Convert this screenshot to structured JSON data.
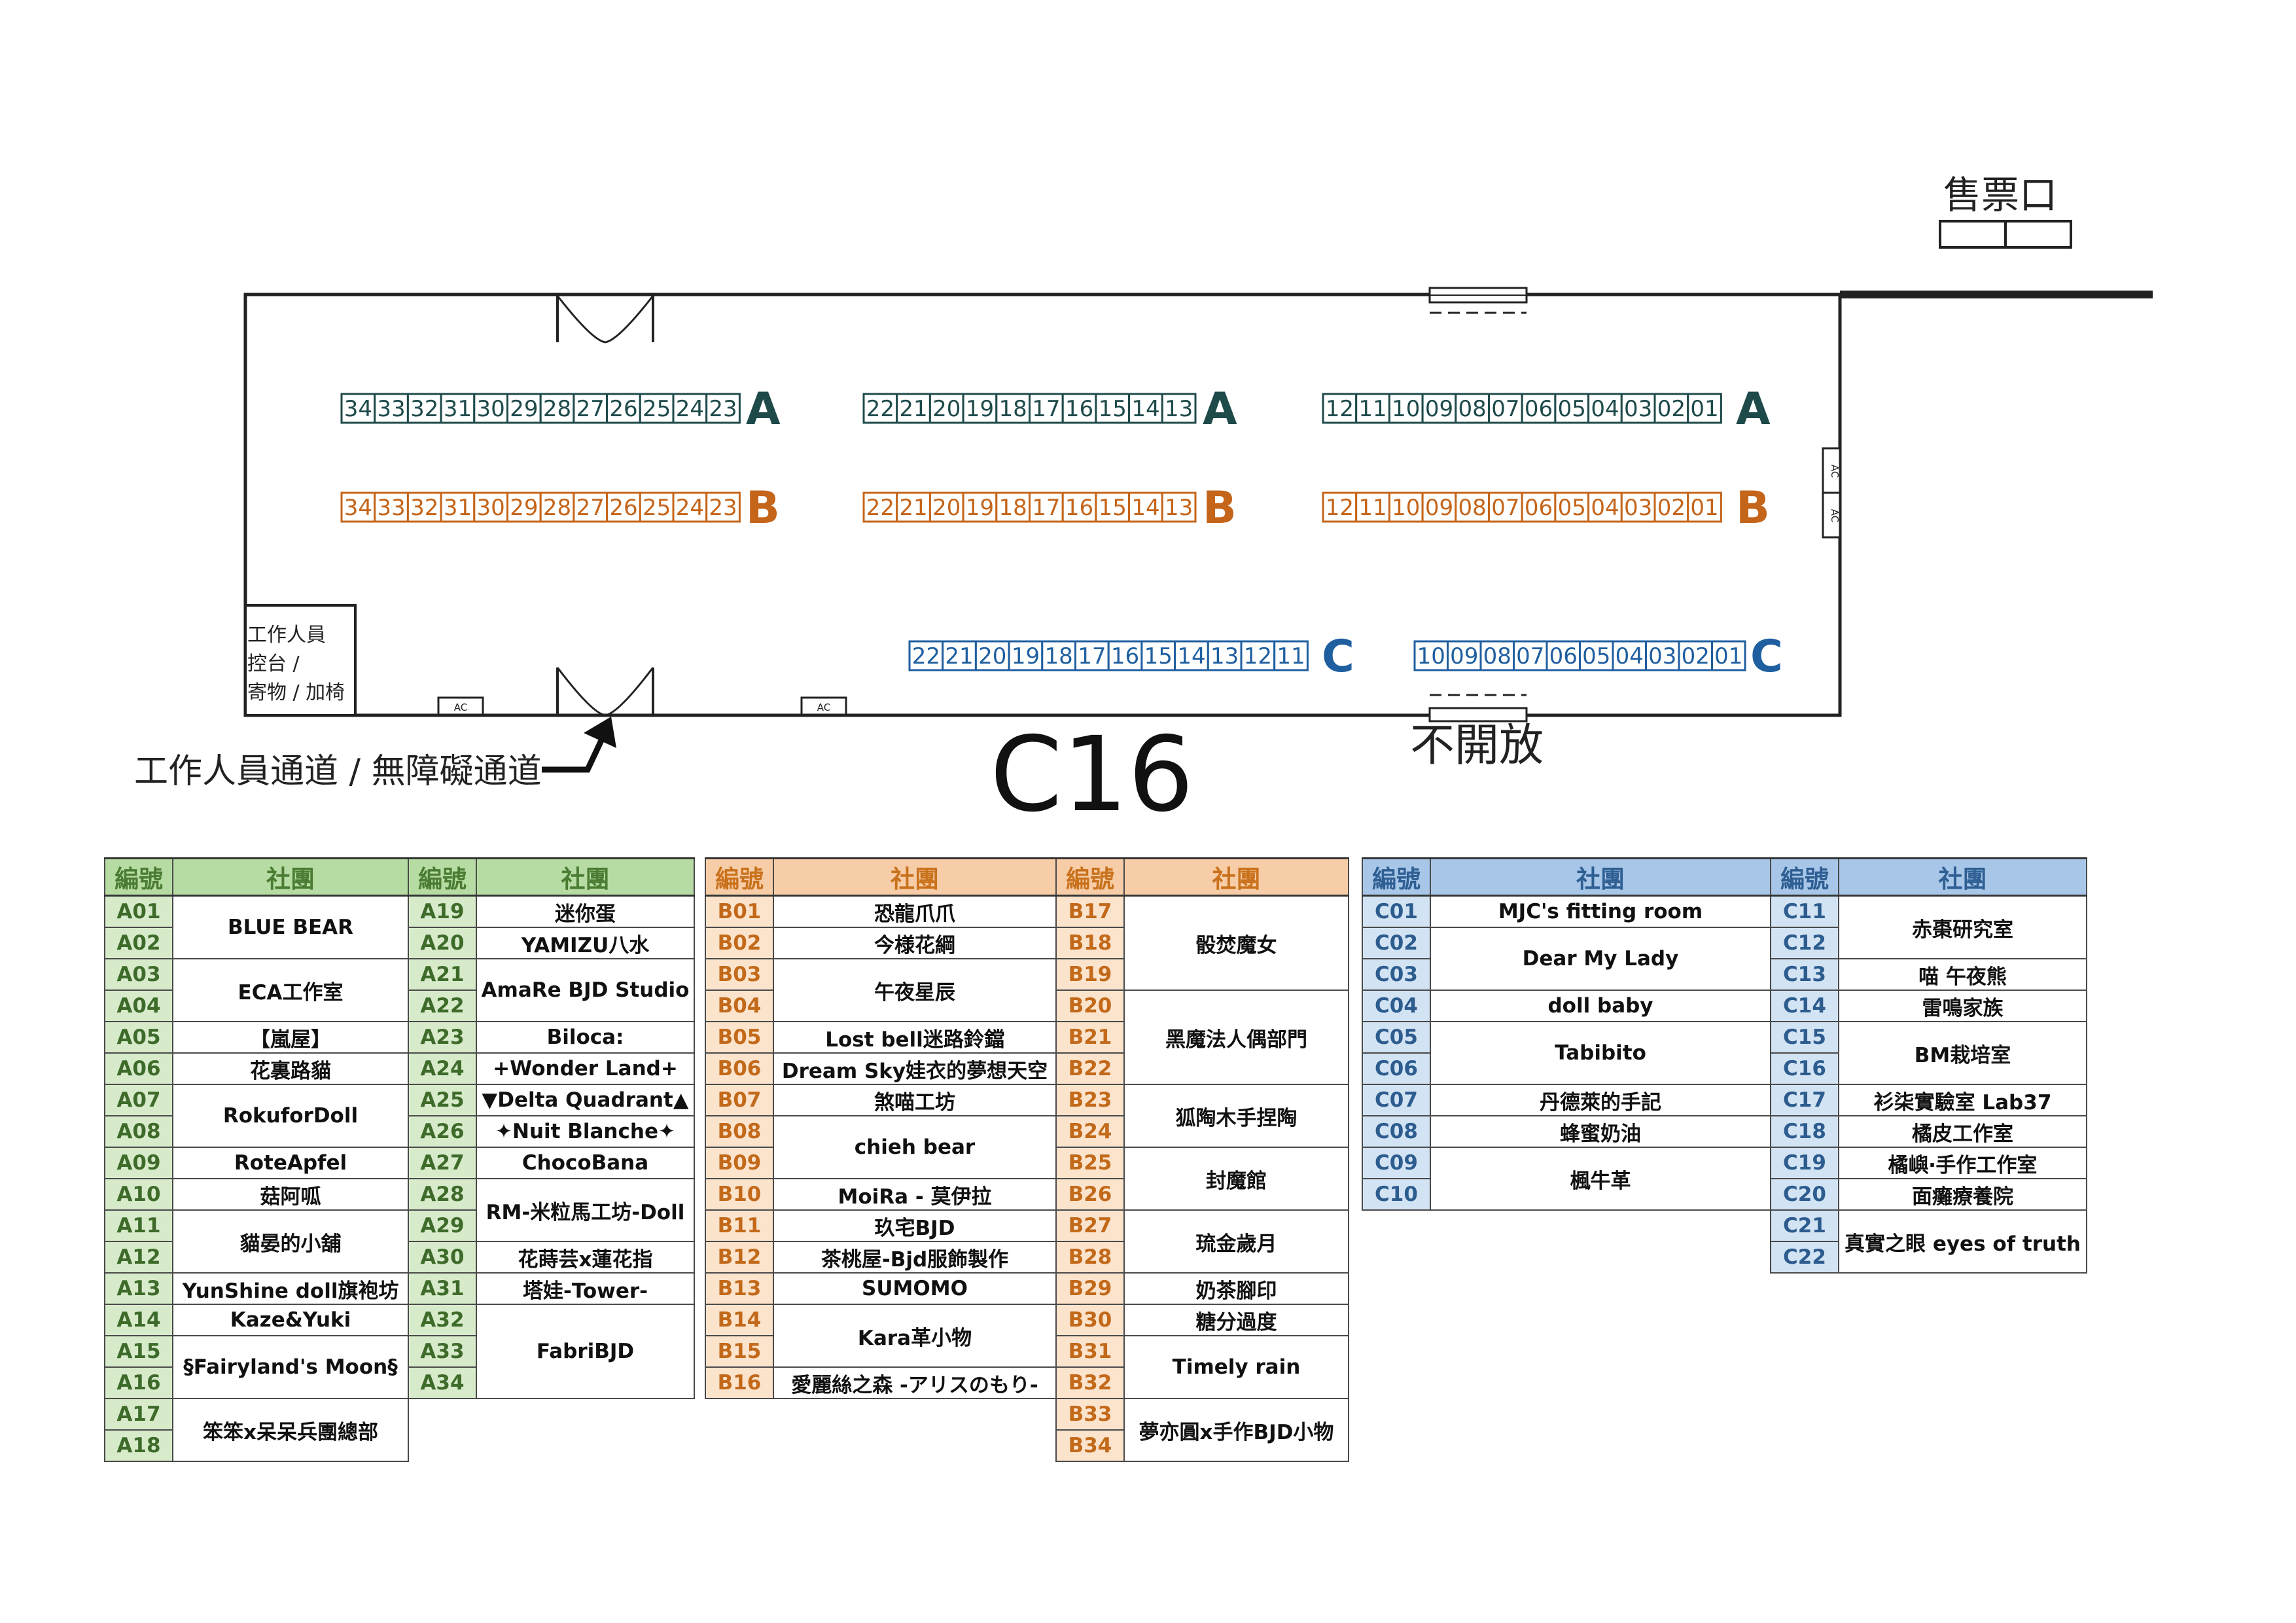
{
  "map": {
    "ticket_label": "售票口",
    "hall_label": "C16",
    "closed_label": "不開放",
    "staff_passage_label": "工作人員通道 / 無障礙通道",
    "staff_desk_lines": [
      "工作人員",
      "控台 /",
      "寄物 / 加椅"
    ],
    "ac_label": "AC",
    "row_letters": {
      "a": "A",
      "b": "B",
      "c": "C"
    },
    "rows": {
      "a_left": [
        "34",
        "33",
        "32",
        "31",
        "30",
        "29",
        "28",
        "27",
        "26",
        "25",
        "24",
        "23"
      ],
      "a_mid": [
        "22",
        "21",
        "20",
        "19",
        "18",
        "17",
        "16",
        "15",
        "14",
        "13"
      ],
      "a_right": [
        "12",
        "11",
        "10",
        "09",
        "08",
        "07",
        "06",
        "05",
        "04",
        "03",
        "02",
        "01"
      ],
      "c_left": [
        "22",
        "21",
        "20",
        "19",
        "18",
        "17",
        "16",
        "15",
        "14",
        "13",
        "12",
        "11"
      ],
      "c_right": [
        "10",
        "09",
        "08",
        "07",
        "06",
        "05",
        "04",
        "03",
        "02",
        "01"
      ]
    },
    "colors": {
      "a": "#1f4a4a",
      "b": "#c5651a",
      "c": "#1f5fa0"
    }
  },
  "tables": {
    "header_code": "編號",
    "header_club": "社團",
    "a": {
      "left": [
        [
          "A01",
          "BLUE BEAR",
          2
        ],
        [
          "A02",
          null,
          0
        ],
        [
          "A03",
          "ECA工作室",
          2
        ],
        [
          "A04",
          null,
          0
        ],
        [
          "A05",
          "【嵐屋】",
          1
        ],
        [
          "A06",
          "花裏路貓",
          1
        ],
        [
          "A07",
          "RokuforDoll",
          2
        ],
        [
          "A08",
          null,
          0
        ],
        [
          "A09",
          "RoteApfel",
          1
        ],
        [
          "A10",
          "菇阿呱",
          1
        ],
        [
          "A11",
          "貓晏的小舖",
          2
        ],
        [
          "A12",
          null,
          0
        ],
        [
          "A13",
          "YunShine doll旗袍坊",
          1
        ],
        [
          "A14",
          "Kaze&Yuki",
          1
        ],
        [
          "A15",
          "§Fairyland's Moon§",
          2
        ],
        [
          "A16",
          null,
          0
        ],
        [
          "A17",
          "笨笨x呆呆兵團總部",
          2
        ],
        [
          "A18",
          null,
          0
        ]
      ],
      "right": [
        [
          "A19",
          "迷你蛋",
          1
        ],
        [
          "A20",
          "YAMIZU八水",
          1
        ],
        [
          "A21",
          "AmaRe BJD Studio",
          2
        ],
        [
          "A22",
          null,
          0
        ],
        [
          "A23",
          "Biloca:",
          1
        ],
        [
          "A24",
          "+Wonder Land+",
          1
        ],
        [
          "A25",
          "▼Delta Quadrant▲",
          1
        ],
        [
          "A26",
          "✦Nuit Blanche✦",
          1
        ],
        [
          "A27",
          "ChocoBana",
          1
        ],
        [
          "A28",
          "RM-米粒馬工坊-Doll",
          2
        ],
        [
          "A29",
          null,
          0
        ],
        [
          "A30",
          "花蒔芸x蓮花指",
          1
        ],
        [
          "A31",
          "塔娃-Tower-",
          1
        ],
        [
          "A32",
          "FabriBJD",
          3
        ],
        [
          "A33",
          null,
          0
        ],
        [
          "A34",
          null,
          0
        ]
      ]
    },
    "b": {
      "left": [
        [
          "B01",
          "恐龍爪爪",
          1
        ],
        [
          "B02",
          "今様花綱",
          1
        ],
        [
          "B03",
          "午夜星辰",
          2
        ],
        [
          "B04",
          null,
          0
        ],
        [
          "B05",
          "Lost bell迷路鈴鐺",
          1
        ],
        [
          "B06",
          "Dream Sky娃衣的夢想天空",
          1
        ],
        [
          "B07",
          "煞喵工坊",
          1
        ],
        [
          "B08",
          "chieh bear",
          2
        ],
        [
          "B09",
          null,
          0
        ],
        [
          "B10",
          "MoiRa - 莫伊拉",
          1
        ],
        [
          "B11",
          "玖宅BJD",
          1
        ],
        [
          "B12",
          "茶桃屋-Bjd服飾製作",
          1
        ],
        [
          "B13",
          "SUMOMO",
          1
        ],
        [
          "B14",
          "Kara革小物",
          2
        ],
        [
          "B15",
          null,
          0
        ],
        [
          "B16",
          "愛麗絲之森 -アリスのもり-",
          1
        ]
      ],
      "right": [
        [
          "B17",
          "骰焚魔女",
          3
        ],
        [
          "B18",
          null,
          0
        ],
        [
          "B19",
          null,
          0
        ],
        [
          "B20",
          "黑魔法人偶部門",
          3
        ],
        [
          "B21",
          null,
          0
        ],
        [
          "B22",
          null,
          0
        ],
        [
          "B23",
          "狐陶木手捏陶",
          2
        ],
        [
          "B24",
          null,
          0
        ],
        [
          "B25",
          "封魔館",
          2
        ],
        [
          "B26",
          null,
          0
        ],
        [
          "B27",
          "琉金歲月",
          2
        ],
        [
          "B28",
          null,
          0
        ],
        [
          "B29",
          "奶茶腳印",
          1
        ],
        [
          "B30",
          "糖分過度",
          1
        ],
        [
          "B31",
          "Timely rain",
          2
        ],
        [
          "B32",
          null,
          0
        ],
        [
          "B33",
          "夢亦圓x手作BJD小物",
          2
        ],
        [
          "B34",
          null,
          0
        ]
      ]
    },
    "c": {
      "left": [
        [
          "C01",
          "MJC's fitting room",
          1
        ],
        [
          "C02",
          "Dear My Lady",
          2
        ],
        [
          "C03",
          null,
          0
        ],
        [
          "C04",
          "doll baby",
          1
        ],
        [
          "C05",
          "Tabibito",
          2
        ],
        [
          "C06",
          null,
          0
        ],
        [
          "C07",
          "丹德萊的手記",
          1
        ],
        [
          "C08",
          "蜂蜜奶油",
          1
        ],
        [
          "C09",
          "楓牛革",
          2
        ],
        [
          "C10",
          null,
          0
        ]
      ],
      "right": [
        [
          "C11",
          "赤棗研究室",
          2
        ],
        [
          "C12",
          null,
          0
        ],
        [
          "C13",
          "喵 午夜熊",
          1
        ],
        [
          "C14",
          "雷鳴家族",
          1
        ],
        [
          "C15",
          "BM栽培室",
          2
        ],
        [
          "C16",
          null,
          0
        ],
        [
          "C17",
          "衫柒實驗室 Lab37",
          1
        ],
        [
          "C18",
          "橘皮工作室",
          1
        ],
        [
          "C19",
          "橘嶼‧手作工作室",
          1
        ],
        [
          "C20",
          "面癱療養院",
          1
        ],
        [
          "C21",
          "真實之眼 eyes of truth",
          2
        ],
        [
          "C22",
          null,
          0
        ]
      ]
    }
  }
}
